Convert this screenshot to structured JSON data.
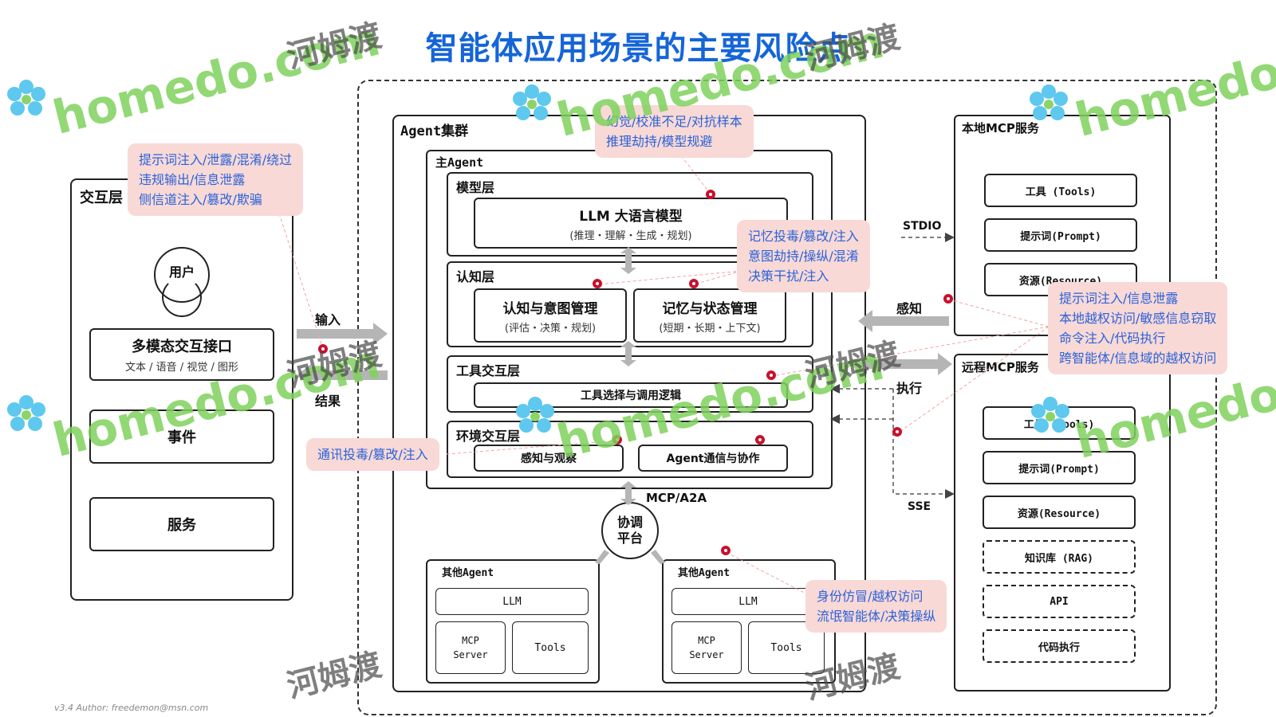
{
  "title": "智能体应用场景的主要风险点",
  "interaction": {
    "label": "交互层",
    "user": "用户",
    "multimodal": {
      "title": "多模态交互接口",
      "sub": "文本 / 语音 / 视觉 / 图形"
    },
    "event": "事件",
    "service": "服务"
  },
  "io": {
    "input": "输入",
    "result": "结果"
  },
  "cluster": {
    "label": "Agent集群",
    "main_agent": "主Agent",
    "model_layer": {
      "label": "模型层",
      "llm": "LLM 大语言模型",
      "sub": "(推理・理解・生成・规划)"
    },
    "cognition_layer": {
      "label": "认知层",
      "intent": {
        "title": "认知与意图管理",
        "sub": "(评估・决策・规划)"
      },
      "memory": {
        "title": "记忆与状态管理",
        "sub": "(短期・长期・上下文)"
      }
    },
    "tool_layer": {
      "label": "工具交互层",
      "box": "工具选择与调用逻辑"
    },
    "env_layer": {
      "label": "环境交互层",
      "perception": "感知与观察",
      "comm": "Agent通信与协作"
    },
    "protocol": "MCP/A2A",
    "platform": "协调平台",
    "other_agents": [
      {
        "label": "其他Agent",
        "llm": "LLM",
        "mcp": "MCP Server",
        "tools": "Tools"
      },
      {
        "label": "其他Agent",
        "llm": "LLM",
        "mcp": "MCP Server",
        "tools": "Tools"
      }
    ]
  },
  "links": {
    "stdio": "STDIO",
    "perceive": "感知",
    "execute": "执行",
    "sse": "SSE"
  },
  "local_mcp": {
    "label": "本地MCP服务",
    "items": [
      "工具 (Tools)",
      "提示词(Prompt)",
      "资源(Resource)"
    ]
  },
  "remote_mcp": {
    "label": "远程MCP服务",
    "items": [
      "工具 (Tools)",
      "提示词(Prompt)",
      "资源(Resource)"
    ],
    "dashed_items": [
      "知识库 (RAG)",
      "API",
      "代码执行"
    ]
  },
  "risks": {
    "interaction": [
      "提示词注入/泄露/混淆/绕过",
      "违规输出/信息泄露",
      "侧信道注入/篡改/欺骗"
    ],
    "model": [
      "幻觉/校准不足/对抗样本",
      "推理劫持/模型规避"
    ],
    "cognition": [
      "记忆投毒/篡改/注入",
      "意图劫持/操纵/混淆",
      "决策干扰/注入"
    ],
    "mcp": [
      "提示词注入/信息泄露",
      "本地越权访问/敏感信息窃取",
      "命令注入/代码执行",
      "跨智能体/信息域的越权访问"
    ],
    "comm": [
      "通讯投毒/篡改/注入"
    ],
    "identity": [
      "身份仿冒/越权访问",
      "流氓智能体/决策操纵"
    ]
  },
  "watermarks": {
    "brand": "homedo.com",
    "cn": "河姆渡"
  },
  "footer": "v3.4  Author: freedemon@msn.com",
  "colors": {
    "title": "#1565d8",
    "risk_text": "#2b62d9",
    "risk_bg": "#f8d9d6",
    "risk_dot": "#c8102e",
    "watermark": "#7fd25e"
  }
}
